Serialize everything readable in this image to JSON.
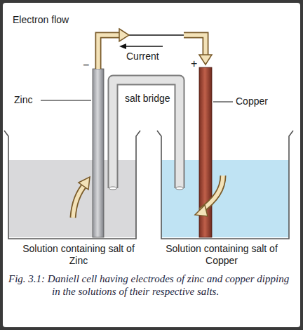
{
  "diagram": {
    "caption": "Fig. 3.1: Daniell cell having electrodes of zinc and copper dipping in the solutions of their respective salts.",
    "labels": [
      "Electron flow",
      "Current",
      "−",
      "+",
      "Zinc",
      "Copper",
      "salt bridge",
      "Solution containing salt of Zinc",
      "Solution containing salt of Copper"
    ]
  }
}
